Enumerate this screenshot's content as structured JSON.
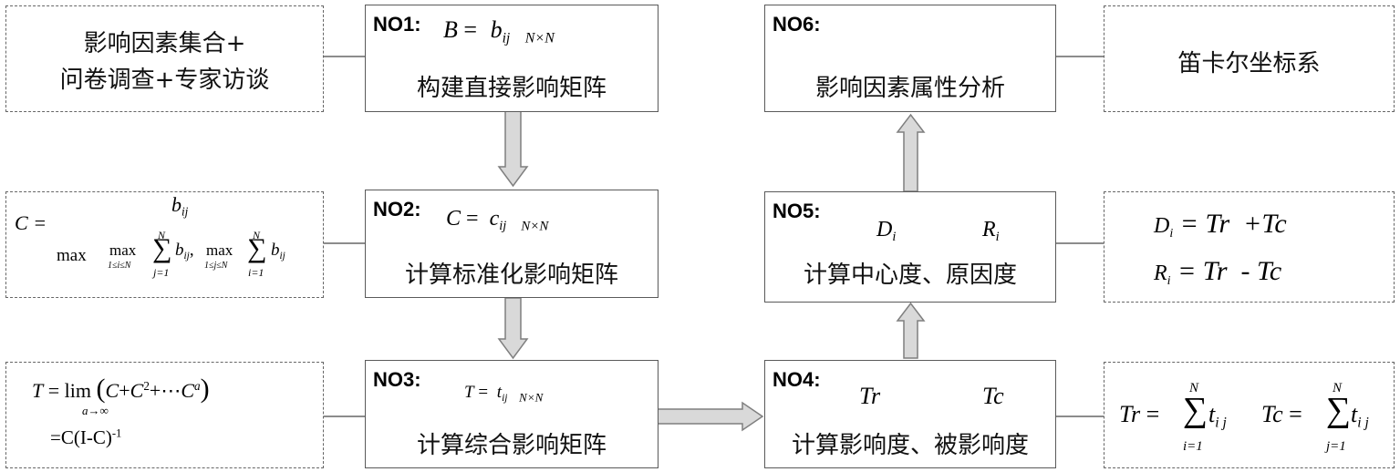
{
  "left": {
    "input_line1": "影响因素集合+",
    "input_line2": "问卷调查+专家访谈"
  },
  "right": {
    "coord": "笛卡尔坐标系"
  },
  "steps": {
    "no1": {
      "tag": "NO1:",
      "label": "构建直接影响矩阵"
    },
    "no2": {
      "tag": "NO2:",
      "label": "计算标准化影响矩阵"
    },
    "no3": {
      "tag": "NO3:",
      "label": "计算综合影响矩阵"
    },
    "no4": {
      "tag": "NO4:",
      "label": "计算影响度、被影响度",
      "var1": "Tr",
      "var2": "Tc"
    },
    "no5": {
      "tag": "NO5:",
      "label": "计算中心度、原因度",
      "var1": "D",
      "var1_sub": "i",
      "var2": "R",
      "var2_sub": "i"
    },
    "no6": {
      "tag": "NO6:",
      "label": "影响因素属性分析"
    }
  },
  "formulas": {
    "b_matrix": {
      "lhs": "B",
      "elem": "b",
      "elem_sub": "ij",
      "dim": "N×N"
    },
    "c_matrix": {
      "lhs": "C",
      "elem": "c",
      "elem_sub": "ij",
      "dim": "N×N"
    },
    "t_matrix": {
      "lhs": "T",
      "elem": "t",
      "elem_sub": "ij",
      "dim": "N×N"
    },
    "c_norm": {
      "lhs": "C",
      "numer": "b",
      "numer_sub": "ij",
      "max": "max",
      "sum_upper": "N",
      "sum_lower_j": "j=1",
      "sum_lower_i": "i=1",
      "range_i": "1≤i≤N",
      "range_j": "1≤j≤N"
    },
    "t_total": {
      "lhs": "T",
      "lim": "lim",
      "lim_sub": "a→∞",
      "body_c": "C",
      "plus": "+",
      "c2_exp": "2",
      "dots": "+⋯",
      "ca_exp": "a",
      "line2": "=C(I-C)",
      "line2_exp": "-1"
    },
    "d_def": {
      "lhs": "D",
      "lhs_sub": "i",
      "rhs": "= Tr  +Tc"
    },
    "r_def": {
      "lhs": "R",
      "lhs_sub": "i",
      "rhs": "= Tr  - Tc"
    },
    "tr_def": {
      "lhs": "Tr",
      "elem": "t",
      "elem_sub": "i j",
      "upper": "N",
      "lower": "i=1"
    },
    "tc_def": {
      "lhs": "Tc",
      "elem": "t",
      "elem_sub": "i j",
      "upper": "N",
      "lower": "j=1"
    }
  }
}
